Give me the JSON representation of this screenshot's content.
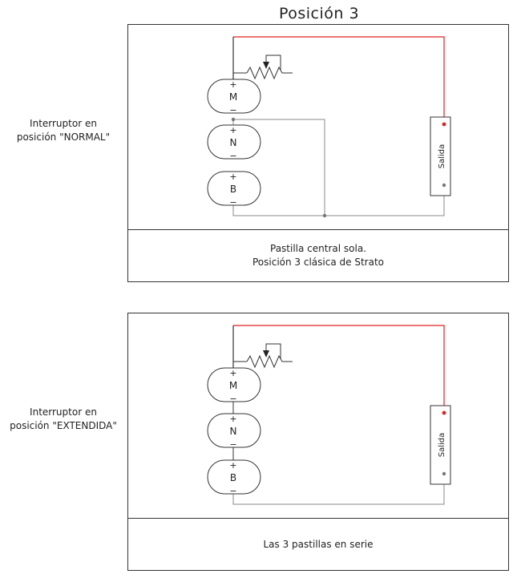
{
  "title": "Posición 3",
  "colors": {
    "signal": "#e02020",
    "wire": "#888888",
    "outline": "#333333"
  },
  "diagrams": [
    {
      "side_label": [
        "Interruptor en",
        "posición \"NORMAL\""
      ],
      "caption": [
        "Pastilla central sola.",
        "Posición 3 clásica de Strato"
      ],
      "pickups": [
        {
          "label": "M",
          "plus": "+",
          "minus": "−"
        },
        {
          "label": "N",
          "plus": "+",
          "minus": "−"
        },
        {
          "label": "B",
          "plus": "+",
          "minus": "−"
        }
      ],
      "output_label": "Salida"
    },
    {
      "side_label": [
        "Interruptor en",
        "posición \"EXTENDIDA\""
      ],
      "caption": [
        "Las 3 pastillas en serie"
      ],
      "pickups": [
        {
          "label": "M",
          "plus": "+",
          "minus": "−"
        },
        {
          "label": "N",
          "plus": "+",
          "minus": "−"
        },
        {
          "label": "B",
          "plus": "+",
          "minus": "−"
        }
      ],
      "output_label": "Salida"
    }
  ]
}
